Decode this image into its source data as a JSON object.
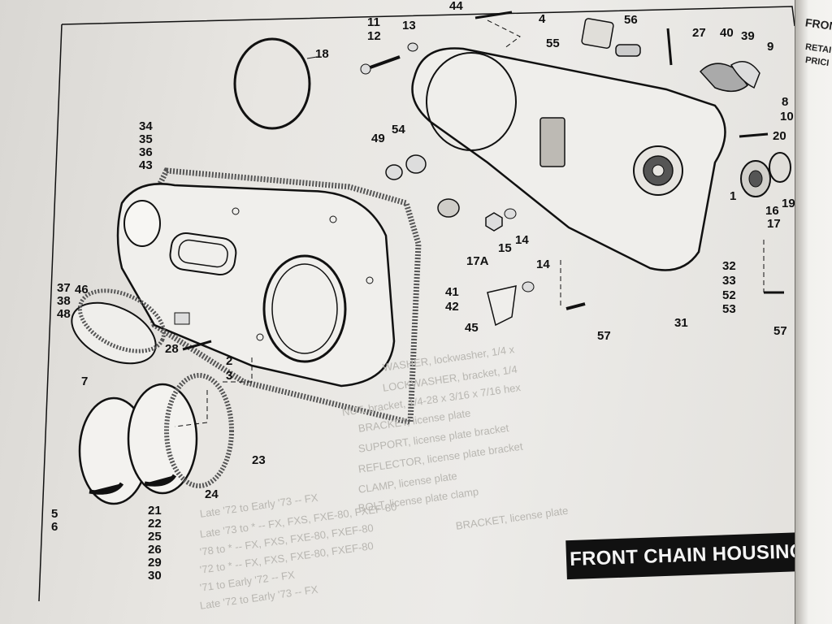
{
  "title": "FRONT CHAIN HOUSING",
  "right_tab": {
    "line1": "FRON",
    "line2": "RETAI",
    "line3": "PRICI"
  },
  "callouts": {
    "c44": "44",
    "c4": "4",
    "c56": "56",
    "c55": "55",
    "c27": "27",
    "c40": "40",
    "c39": "39",
    "c9": "9",
    "c11": "11",
    "c12": "12",
    "c13": "13",
    "c18": "18",
    "c8": "8",
    "c10": "10",
    "c20": "20",
    "c34_43": "34\n35\n36\n43",
    "c49": "49",
    "c54": "54",
    "c1": "1",
    "c16": "16",
    "c17": "17",
    "c19": "19",
    "c17a": "17A",
    "c15": "15",
    "c14a": "14",
    "c14b": "14",
    "c32": "32",
    "c33": "33",
    "c52": "52",
    "c53": "53",
    "c37_48": "37\n38\n48",
    "c46": "46",
    "c41": "41",
    "c42": "42",
    "c45": "45",
    "c57a": "57",
    "c31": "31",
    "c57b": "57",
    "c28": "28",
    "c2": "2",
    "c3": "3",
    "c7": "7",
    "c23": "23",
    "c24": "24",
    "c5_6": "5\n6",
    "c21_30": "21\n22\n25\n26\n29\n30"
  },
  "ghost_lines": [
    "WASHER, lockwasher, 1/4 x",
    "LOCKWASHER, bracket, 1/4",
    "NUT, bracket, 1/4-28 x 3/16 x 7/16 hex",
    "BRACKET, license plate",
    "SUPPORT, license plate bracket",
    "REFLECTOR, license plate bracket",
    "CLAMP, license plate",
    "BOLT, license plate clamp",
    "BRACKET, license plate",
    "Late '72 to Early '73 -- FX",
    "Late '73 to * -- FX, FXS, FXE-80, FXEF-80",
    "'78 to * -- FX, FXS, FXE-80, FXEF-80",
    "'72 to * -- FX, FXS, FXE-80, FXEF-80",
    "'71 to Early '72 -- FX",
    "Late '72 to Early '73 -- FX"
  ]
}
